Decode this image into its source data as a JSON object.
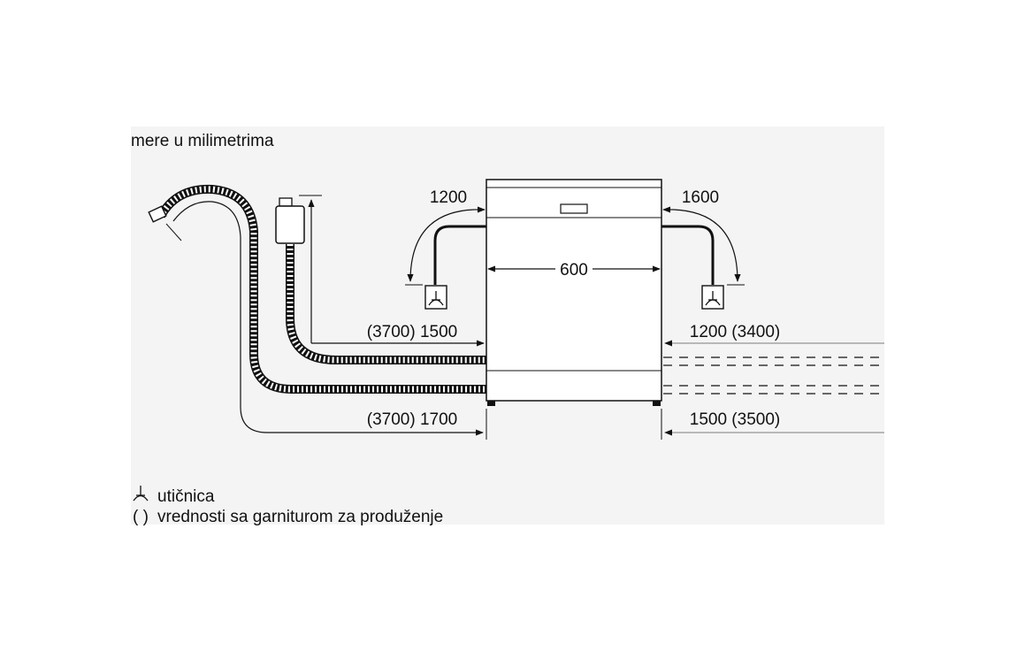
{
  "caption": "mere u milimetrima",
  "dimensions": {
    "appliance_width": "600",
    "left_power_cable": "1200",
    "right_power_cable": "1600",
    "left_drain_hose": "(3700) 1500",
    "left_inlet_hose": "(3700) 1700",
    "right_drain_hose": "1200 (3400)",
    "right_inlet_hose": "1500 (3500)"
  },
  "legend": {
    "socket_text": "utičnica",
    "parentheses_symbol": "( )",
    "parentheses_text": "vrednosti sa garniturom za produženje"
  },
  "icons": {
    "socket": "power-socket-icon",
    "tap": "water-tap-icon",
    "drain_hose": "drain-hose-icon"
  }
}
